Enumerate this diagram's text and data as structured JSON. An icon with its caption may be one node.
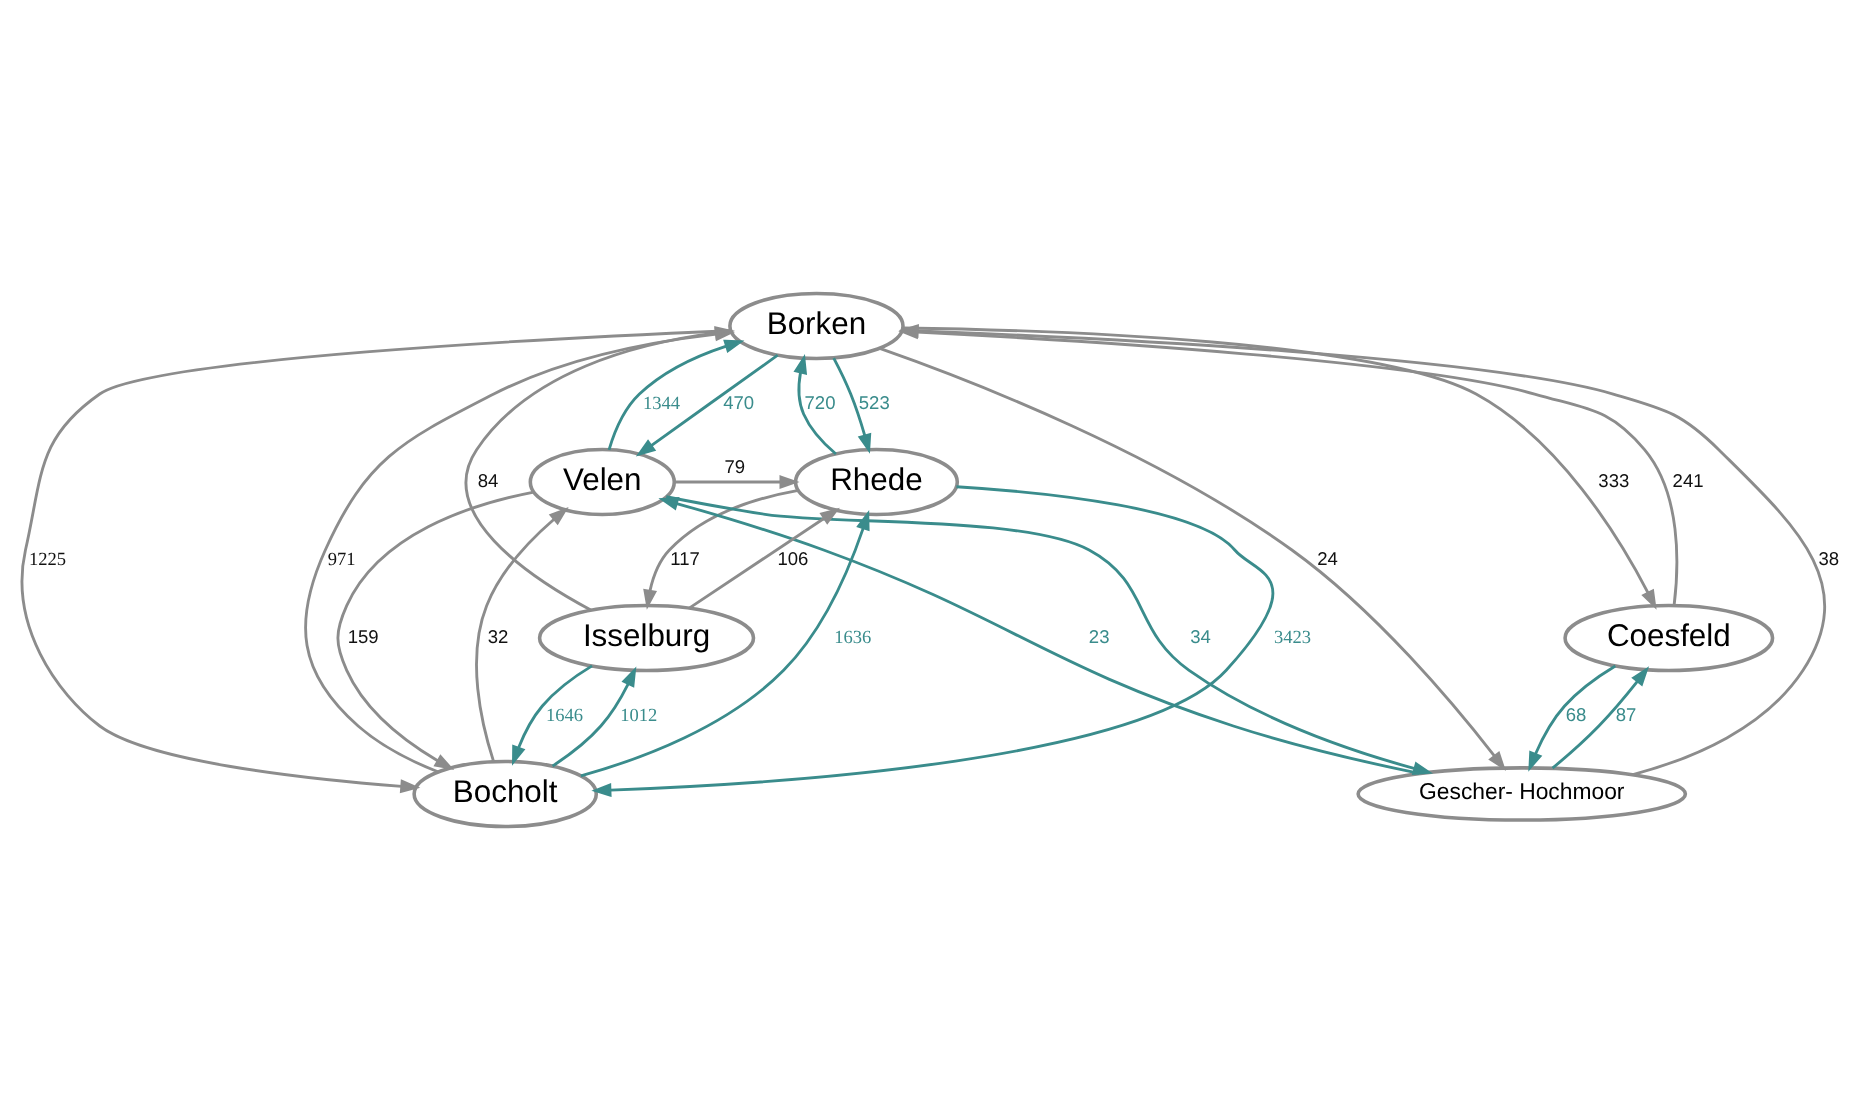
{
  "diagram": {
    "nodes": [
      {
        "text": [
          "Borken"
        ]
      },
      {
        "text": [
          "Rhede"
        ]
      },
      {
        "text": [
          "Velen"
        ]
      },
      {
        "text": [
          "Bocholt"
        ]
      },
      {
        "text": [
          "Gescher- Hochmoor"
        ]
      },
      {
        "text": [
          "Isselburg"
        ]
      },
      {
        "text": [
          "Coesfeld"
        ]
      }
    ],
    "edges": [
      {
        "from": 0,
        "to": 1,
        "arrow": "to",
        "label": "523",
        "color": "#3a8c8c"
      },
      {
        "from": 1,
        "to": 0,
        "arrow": "to",
        "label": "720",
        "color": "#3a8c8c"
      },
      {
        "from": 0,
        "to": 2,
        "arrow": "to",
        "label": "470",
        "color": "#3a8c8c"
      },
      {
        "from": 2,
        "to": 0,
        "arrow": "to",
        "label": "1344",
        "color": "#3a8c8c"
      },
      {
        "from": 0,
        "to": 3,
        "arrow": "to",
        "label": "1225",
        "color": "#8c8c8c"
      },
      {
        "from": 2,
        "to": 1,
        "arrow": "to",
        "label": "79",
        "color": "#8c8c8c"
      },
      {
        "from": 1,
        "to": 3,
        "arrow": "to",
        "label": "3423",
        "color": "#3a8c8c"
      },
      {
        "from": 3,
        "to": 1,
        "arrow": "to",
        "label": "1636",
        "color": "#3a8c8c"
      },
      {
        "from": 1,
        "to": 5,
        "arrow": "to",
        "label": "117",
        "color": "#8c8c8c"
      },
      {
        "from": 3,
        "to": 0,
        "arrow": "to",
        "label": "971",
        "color": "#8c8c8c"
      },
      {
        "from": 2,
        "to": 3,
        "arrow": "to",
        "label": "159",
        "color": "#8c8c8c"
      },
      {
        "from": 3,
        "to": 2,
        "arrow": "to",
        "label": "32",
        "color": "#8c8c8c"
      },
      {
        "from": 0,
        "to": 4,
        "arrow": "to",
        "label": "24",
        "color": "#8c8c8c"
      },
      {
        "from": 0,
        "to": 6,
        "arrow": "to",
        "label": "333",
        "color": "#8c8c8c"
      },
      {
        "from": 2,
        "to": 4,
        "arrow": "to",
        "label": "34",
        "color": "#3a8c8c"
      },
      {
        "from": 4,
        "to": 2,
        "arrow": "to",
        "label": "23",
        "color": "#3a8c8c"
      },
      {
        "from": 4,
        "to": 0,
        "arrow": "to",
        "label": "38",
        "color": "#8c8c8c"
      },
      {
        "from": 6,
        "to": 0,
        "arrow": "to",
        "label": "241",
        "color": "#8c8c8c"
      },
      {
        "from": 3,
        "to": 5,
        "arrow": "to",
        "label": "1012",
        "color": "#3a8c8c"
      },
      {
        "from": 5,
        "to": 3,
        "arrow": "to",
        "label": "1646",
        "color": "#3a8c8c"
      },
      {
        "from": 5,
        "to": 1,
        "arrow": "to",
        "label": "106",
        "color": "#8c8c8c"
      },
      {
        "from": 5,
        "to": 0,
        "arrow": "to",
        "label": "84",
        "color": "#8c8c8c"
      },
      {
        "from": 4,
        "to": 6,
        "arrow": "to",
        "label": "87",
        "color": "#3a8c8c"
      },
      {
        "from": 6,
        "to": 4,
        "arrow": "to",
        "label": "68",
        "color": "#3a8c8c"
      }
    ]
  }
}
